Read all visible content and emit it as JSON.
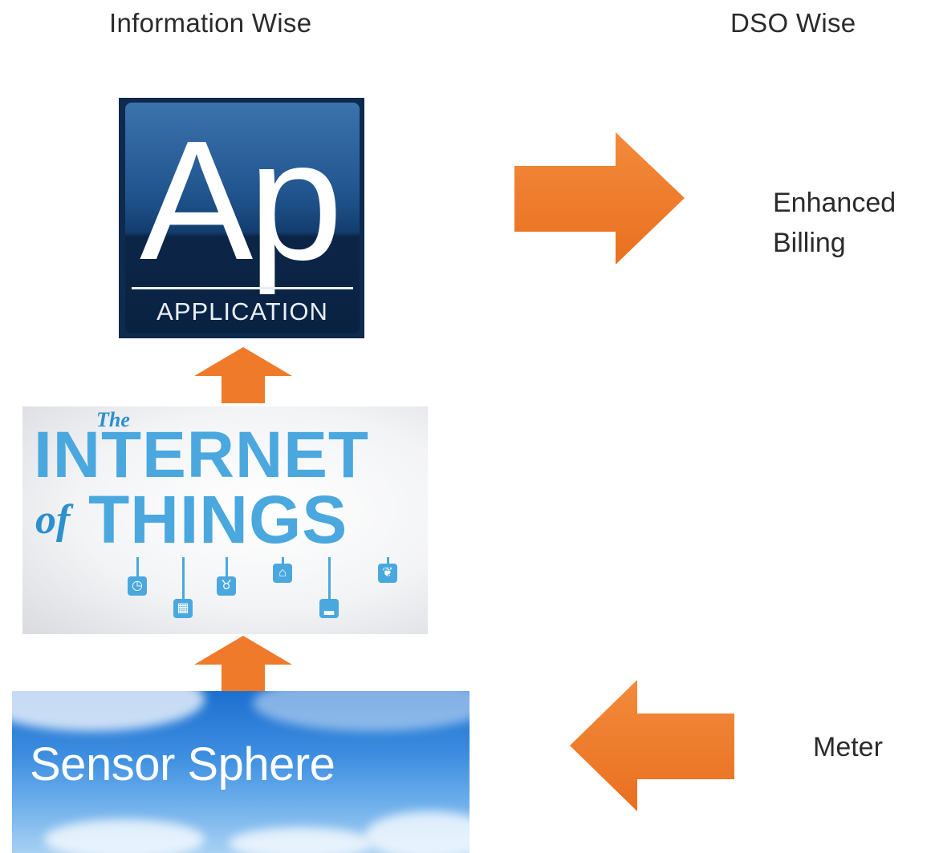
{
  "headers": {
    "left": "Information Wise",
    "right": "DSO Wise"
  },
  "application_tile": {
    "big_text": "Ap",
    "label": "APPLICATION"
  },
  "iot_image": {
    "the": "The",
    "word1": "INTERNET",
    "of": "of",
    "word2": "THINGS"
  },
  "sensor_tile": {
    "label": "Sensor Sphere"
  },
  "dso_items": {
    "top_line1": "Enhanced",
    "top_line2": "Billing",
    "bottom": "Meter"
  },
  "colors": {
    "arrow": "#ef7a2a",
    "app_bg": "#0e2a4c",
    "iot_blue": "#4aa8df",
    "sky_blue": "#2d7fd8"
  }
}
